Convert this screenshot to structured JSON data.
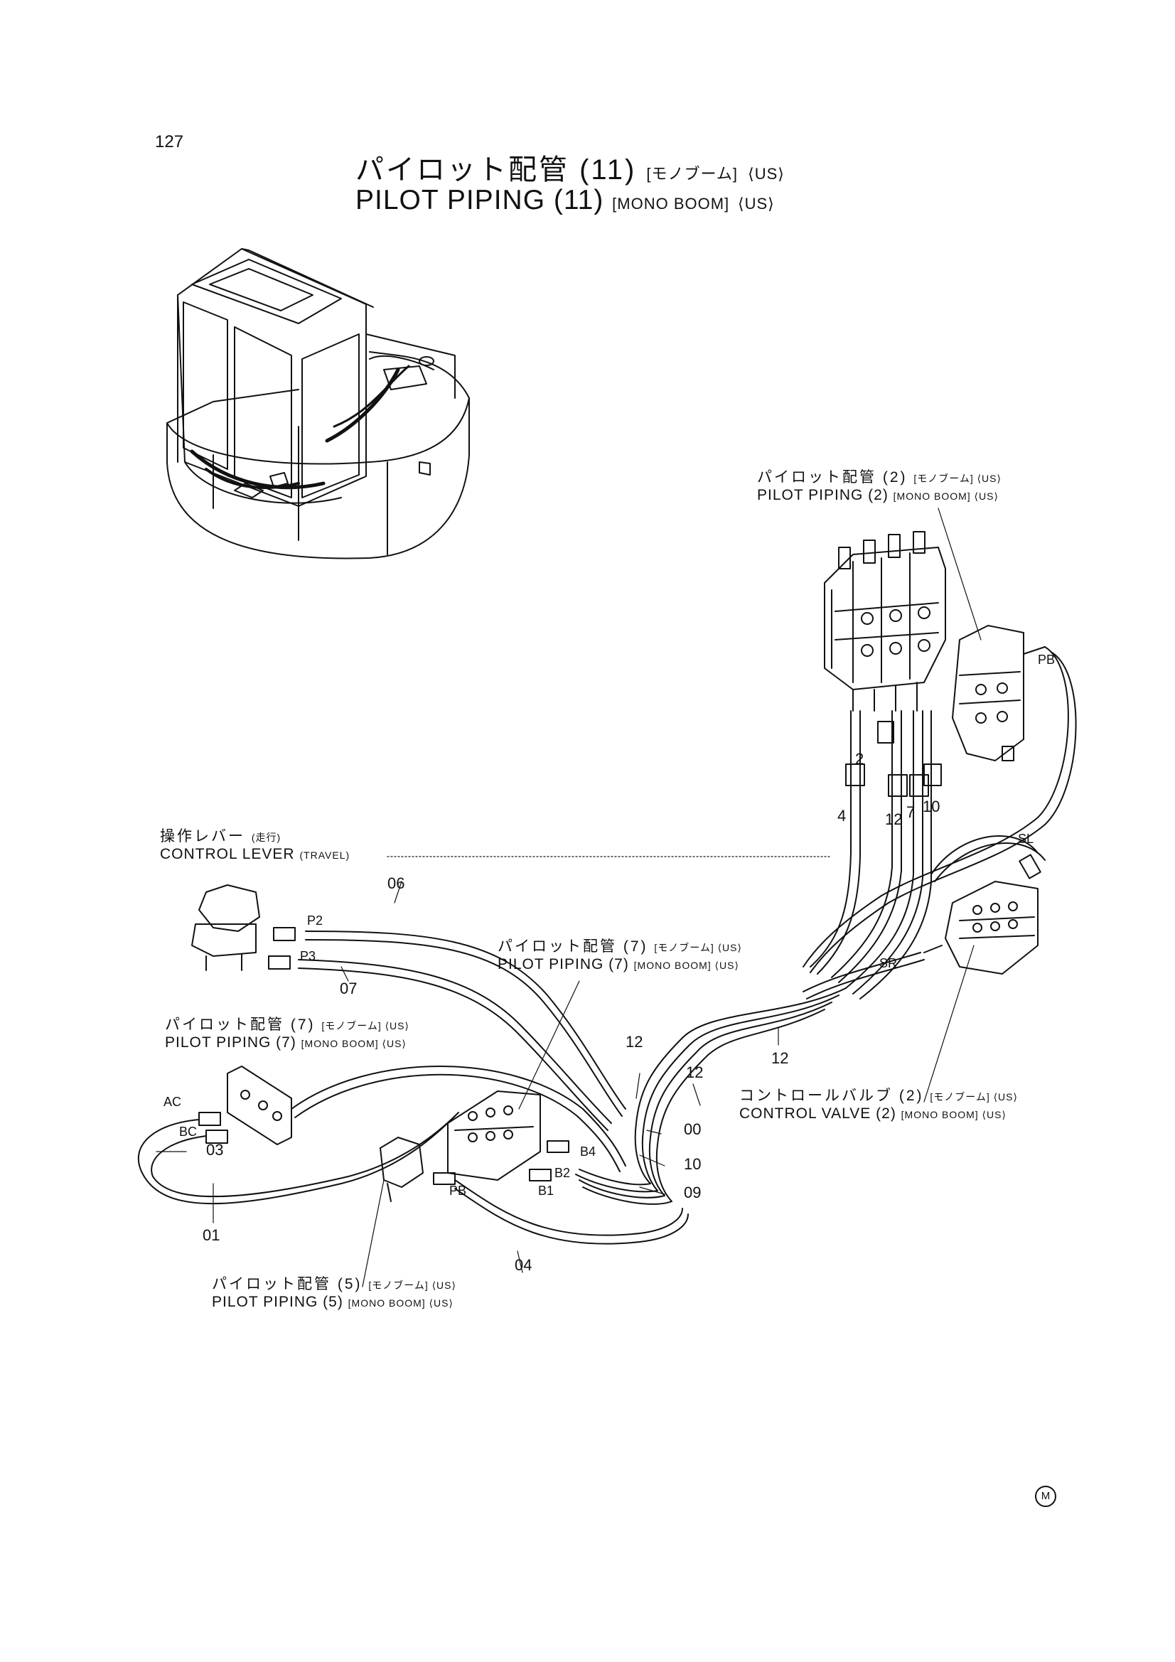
{
  "page": {
    "number": "127",
    "title_jp": "パイロット配管 (11)",
    "title_jp_suffix": "[モノブーム]",
    "title_jp_region": "⟨US⟩",
    "title_en": "PILOT PIPING (11)",
    "title_en_suffix": "[MONO BOOM]",
    "title_en_region": "⟨US⟩"
  },
  "callouts": {
    "pilot2": {
      "jp": "パイロット配管 (2)",
      "jp_sub": "[モノブーム] ⟨US⟩",
      "en": "PILOT PIPING (2)",
      "en_sub": "[MONO BOOM] ⟨US⟩"
    },
    "control_lever": {
      "jp": "操作レバー",
      "jp_sub": "(走行)",
      "en": "CONTROL LEVER",
      "en_sub": "(TRAVEL)"
    },
    "pilot7_center": {
      "jp": "パイロット配管 (7)",
      "jp_sub": "[モノブーム] ⟨US⟩",
      "en": "PILOT PIPING (7)",
      "en_sub": "[MONO BOOM] ⟨US⟩"
    },
    "pilot7_left": {
      "jp": "パイロット配管 (7)",
      "jp_sub": "[モノブーム] ⟨US⟩",
      "en": "PILOT PIPING (7)",
      "en_sub": "[MONO BOOM] ⟨US⟩"
    },
    "control_valve2": {
      "jp": "コントロールバルブ (2)",
      "jp_sub": "[モノブーム] ⟨US⟩",
      "en": "CONTROL VALVE (2)",
      "en_sub": "[MONO BOOM] ⟨US⟩"
    },
    "pilot5": {
      "jp": "パイロット配管 (5)",
      "jp_sub": "[モノブーム] ⟨US⟩",
      "en": "PILOT PIPING (5)",
      "en_sub": "[MONO BOOM] ⟨US⟩"
    }
  },
  "part_numbers": {
    "p06": "06",
    "p07": "07",
    "p12a": "12",
    "p12b": "12",
    "p12c": "12",
    "p00": "00",
    "p10": "10",
    "p09": "09",
    "p03": "03",
    "p01": "01",
    "p04": "04",
    "h2": "2",
    "h4": "4",
    "h12": "12",
    "h7": "7",
    "h10": "10"
  },
  "ports": {
    "pb_top": "PB",
    "sl": "SL",
    "sr": "SR",
    "p2": "P2",
    "p3": "P3",
    "ac": "AC",
    "bc": "BC",
    "b4": "B4",
    "b2": "B2",
    "b1": "B1",
    "pb_low": "PB"
  },
  "emblem": "M"
}
